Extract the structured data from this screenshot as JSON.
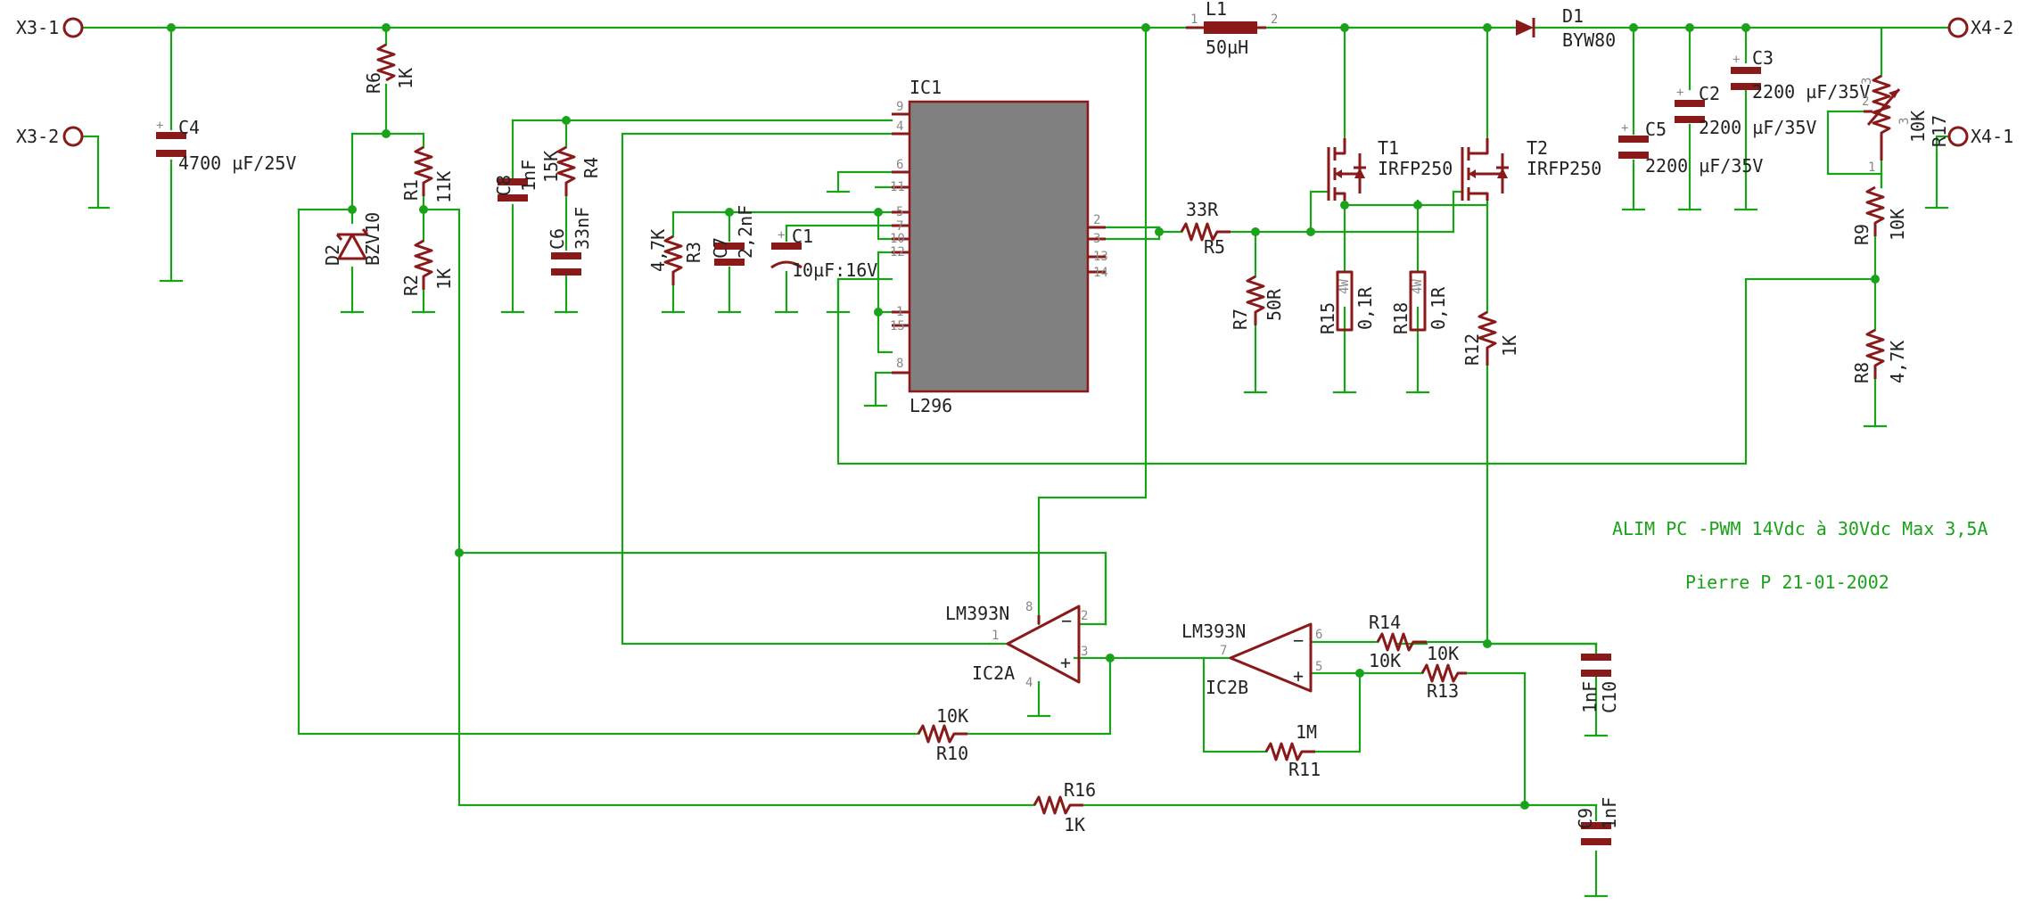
{
  "title": "ALIM PC -PWM 14Vdc à 30Vdc Max 3,5A",
  "author_date": "Pierre P 21-01-2002",
  "connectors": {
    "x3_1": "X3-1",
    "x3_2": "X3-2",
    "x4_2": "X4-2",
    "x4_1": "X4-1"
  },
  "ic1": {
    "name": "IC1",
    "part": "L296",
    "pins_left": [
      "9",
      "4",
      "6",
      "11",
      "5",
      "7",
      "10",
      "12",
      "1",
      "15",
      "8"
    ],
    "pins_right": [
      "2",
      "3",
      "13",
      "14"
    ]
  },
  "ic2a": {
    "part": "LM393N",
    "name": "IC2A",
    "pins": [
      "8",
      "2",
      "1",
      "3",
      "4"
    ]
  },
  "ic2b": {
    "part": "LM393N",
    "name": "IC2B",
    "pins": [
      "7",
      "6",
      "5"
    ]
  },
  "components": {
    "c4": {
      "name": "C4",
      "value": "4700 µF/25V"
    },
    "r6": {
      "name": "R6",
      "value": "1K"
    },
    "r1": {
      "name": "R1",
      "value": "11K"
    },
    "r2": {
      "name": "R2",
      "value": "1K"
    },
    "d2": {
      "name": "D2",
      "value": "BZV10"
    },
    "c8": {
      "name": "C8",
      "value": "1nF"
    },
    "r4": {
      "name": "R4",
      "value": "15K"
    },
    "c6": {
      "name": "C6",
      "value": "33nF"
    },
    "r3": {
      "name": "R3",
      "value": "4,7K"
    },
    "c7": {
      "name": "C7",
      "value": "2,2nF"
    },
    "c1": {
      "name": "C1",
      "value": "10µF:16V"
    },
    "l1": {
      "name": "L1",
      "value": "50µH",
      "pin1": "1",
      "pin2": "2"
    },
    "d1": {
      "name": "D1",
      "value": "BYW80"
    },
    "r5": {
      "name": "R5",
      "value": "33R"
    },
    "r7": {
      "name": "R7",
      "value": "50R"
    },
    "t1": {
      "name": "T1",
      "value": "IRFP250"
    },
    "t2": {
      "name": "T2",
      "value": "IRFP250"
    },
    "r15": {
      "name": "R15",
      "value": "0,1R",
      "tag": "4W"
    },
    "r18": {
      "name": "R18",
      "value": "0,1R",
      "tag": "4W"
    },
    "r12": {
      "name": "R12",
      "value": "1K"
    },
    "c5": {
      "name": "C5",
      "value": "2200 µF/35V"
    },
    "c2": {
      "name": "C2",
      "value": "2200 µF/35V"
    },
    "c3": {
      "name": "C3",
      "value": "2200 µF/35V"
    },
    "r17": {
      "name": "R17",
      "value": "10K",
      "pins": [
        "3",
        "2",
        "1",
        "3"
      ]
    },
    "r9": {
      "name": "R9",
      "value": "10K"
    },
    "r8": {
      "name": "R8",
      "value": "4,7K"
    },
    "r10": {
      "name": "R10",
      "value": "10K"
    },
    "r14": {
      "name": "R14",
      "value": "10K"
    },
    "r13": {
      "name": "R13",
      "value": "10K"
    },
    "r11": {
      "name": "R11",
      "value": "1M"
    },
    "r16": {
      "name": "R16",
      "value": "1K"
    },
    "c10": {
      "name": "C10",
      "value": "1nF"
    },
    "c9": {
      "name": "C9",
      "value": "1nF"
    }
  },
  "colors": {
    "wire": "#1aa31a",
    "part": "#8a1a1a",
    "ic_fill": "#808080"
  }
}
